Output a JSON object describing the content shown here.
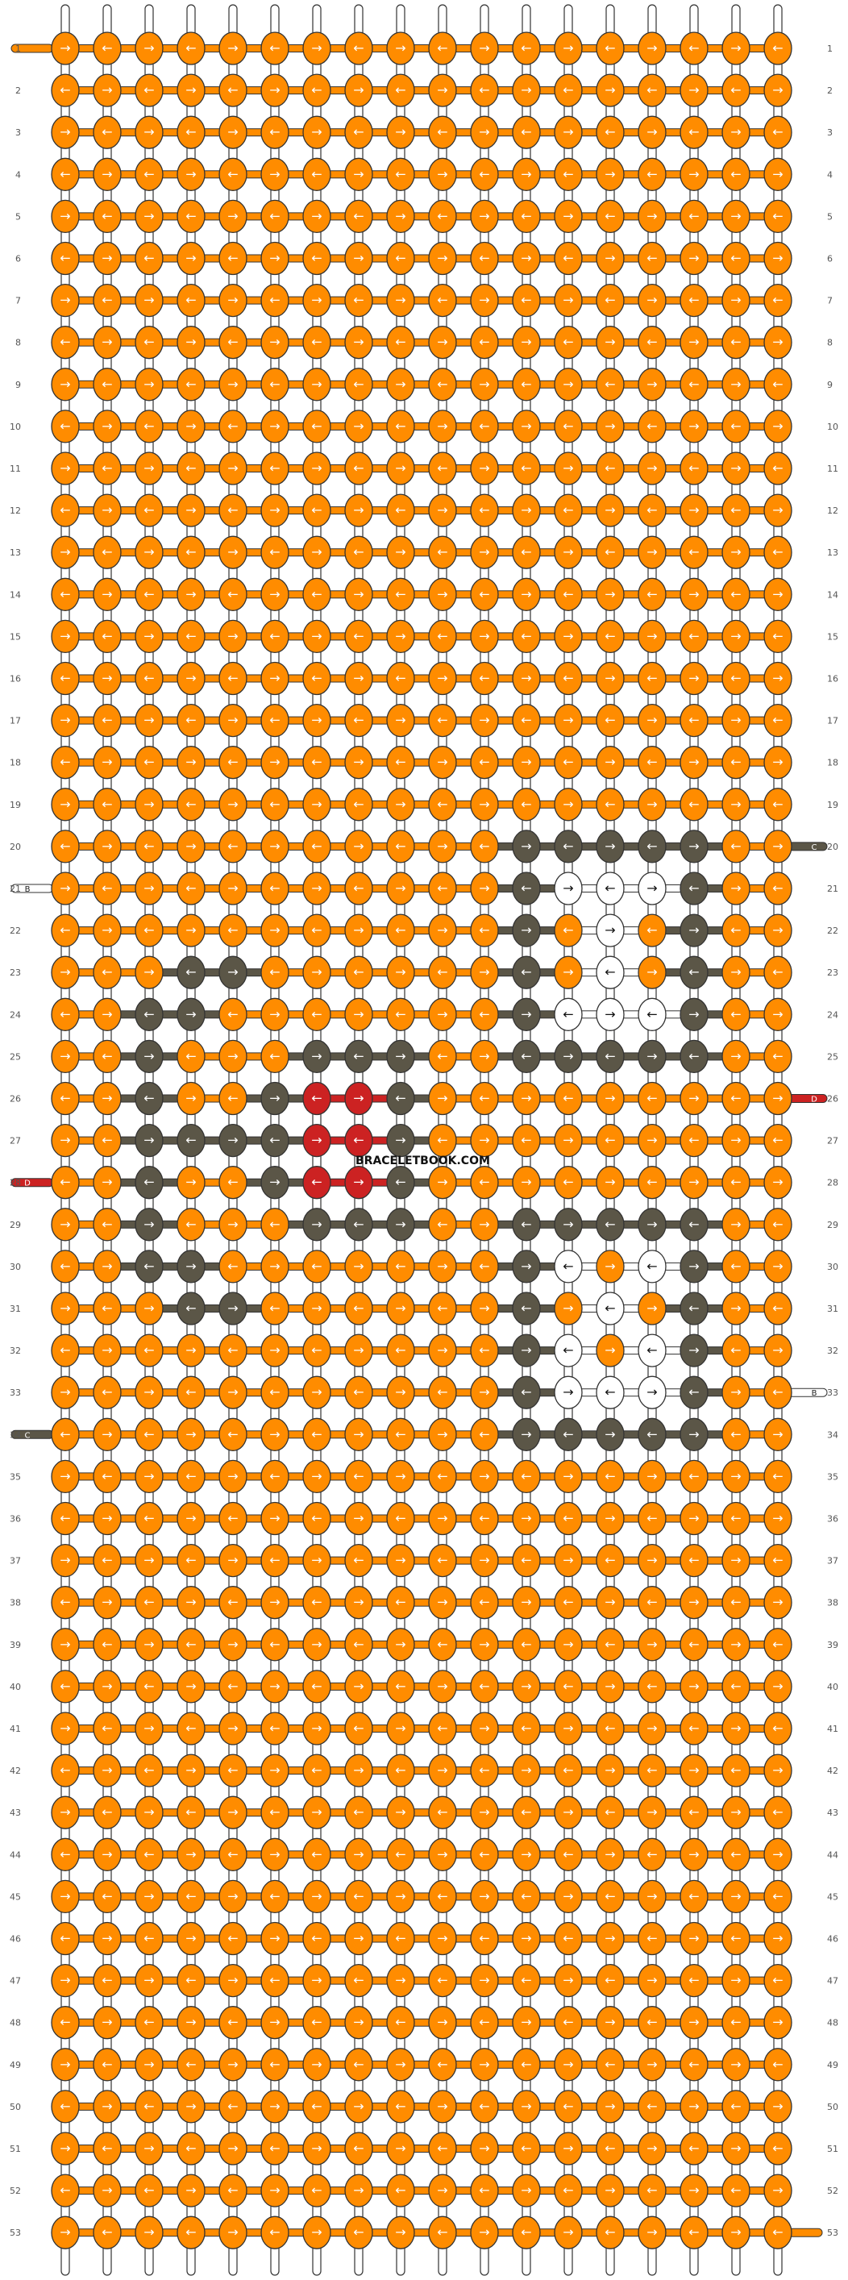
{
  "pattern": {
    "type": "alpha-friendship-bracelet",
    "columns": 18,
    "rows": 53,
    "strings": 18,
    "watermark": "BRACELETBOOK.COM",
    "row_labels": [
      "1",
      "2",
      "3",
      "4",
      "5",
      "6",
      "7",
      "8",
      "9",
      "10",
      "11",
      "12",
      "13",
      "14",
      "15",
      "16",
      "17",
      "18",
      "19",
      "20",
      "21",
      "22",
      "23",
      "24",
      "25",
      "26",
      "27",
      "28",
      "29",
      "30",
      "31",
      "32",
      "33",
      "34",
      "35",
      "36",
      "37",
      "38",
      "39",
      "40",
      "41",
      "42",
      "43",
      "44",
      "45",
      "46",
      "47",
      "48",
      "49",
      "50",
      "51",
      "52",
      "53"
    ],
    "colors": {
      "A": "#ff8c00",
      "B": "#ffffff",
      "C": "#5b5647",
      "D": "#cc2222"
    },
    "string_letters": [
      "A",
      "B",
      "C",
      "D"
    ],
    "side_entries": [
      {
        "row": 21,
        "side": "left",
        "letter": "B"
      },
      {
        "row": 28,
        "side": "left",
        "letter": "D"
      },
      {
        "row": 34,
        "side": "left",
        "letter": "C"
      },
      {
        "row": 20,
        "side": "right",
        "letter": "C"
      },
      {
        "row": 26,
        "side": "right",
        "letter": "D"
      },
      {
        "row": 33,
        "side": "right",
        "letter": "B"
      }
    ],
    "grid": [
      "AAAAAAAAAAAAAAAAAA",
      "AAAAAAAAAAAAAAAAAA",
      "AAAAAAAAAAAAAAAAAA",
      "AAAAAAAAAAAAAAAAAA",
      "AAAAAAAAAAAAAAAAAA",
      "AAAAAAAAAAAAAAAAAA",
      "AAAAAAAAAAAAAAAAAA",
      "AAAAAAAAAAAAAAAAAA",
      "AAAAAAAAAAAAAAAAAA",
      "AAAAAAAAAAAAAAAAAA",
      "AAAAAAAAAAAAAAAAAA",
      "AAAAAAAAAAAAAAAAAA",
      "AAAAAAAAAAAAAAAAAA",
      "AAAAAAAAAAAAAAAAAA",
      "AAAAAAAAAAAAAAAAAA",
      "AAAAAAAAAAAAAAAAAA",
      "AAAAAAAAAAAAAAAAAA",
      "AAAAAAAAAAAAAAAAAA",
      "AAAAAAAAAAAAAAAAAA",
      "AAAAAAAAAAACCCCCAA",
      "AAAAAAAAAAACBBBCAA",
      "AAAAAAAAAAACABACAA",
      "AAACCAAAAAACABACAA",
      "AACCAAAAAAACBBBCAA",
      "AACAAACCCAACCCCCAA",
      "AACAACDDCAAAAAAAAA",
      "AACCCCDDCAAAAAAAAA",
      "AACAACDDCAAAAAAAAA",
      "AACAAACCCAACCCCCAA",
      "AACCAAAAAAACBABCAA",
      "AAACCAAAAAACABACAA",
      "AAAAAAAAAAACBABCAA",
      "AAAAAAAAAAACBBBCAA",
      "AAAAAAAAAAACCCCCAA",
      "AAAAAAAAAAAAAAAAAA",
      "AAAAAAAAAAAAAAAAAA",
      "AAAAAAAAAAAAAAAAAA",
      "AAAAAAAAAAAAAAAAAA",
      "AAAAAAAAAAAAAAAAAA",
      "AAAAAAAAAAAAAAAAAA",
      "AAAAAAAAAAAAAAAAAA",
      "AAAAAAAAAAAAAAAAAA",
      "AAAAAAAAAAAAAAAAAA",
      "AAAAAAAAAAAAAAAAAA",
      "AAAAAAAAAAAAAAAAAA",
      "AAAAAAAAAAAAAAAAAA",
      "AAAAAAAAAAAAAAAAAA",
      "AAAAAAAAAAAAAAAAAA",
      "AAAAAAAAAAAAAAAAAA",
      "AAAAAAAAAAAAAAAAAA",
      "AAAAAAAAAAAAAAAAAA",
      "AAAAAAAAAAAAAAAAAA",
      "AAAAAAAAAAAAAAAAAA"
    ],
    "arrow_right": "→",
    "arrow_left": "←"
  }
}
